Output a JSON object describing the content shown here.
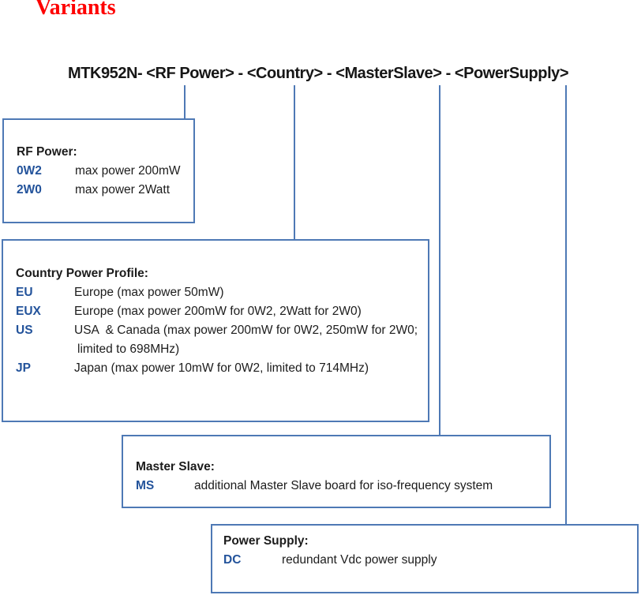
{
  "page": {
    "heading": "Variants",
    "product_code_line": "MTK952N- <RF Power> - <Country> - <MasterSlave> - <PowerSupply>"
  },
  "colors": {
    "heading_red": "#fe0000",
    "box_border_blue": "#4e79b5",
    "keyword_blue": "#23539b",
    "body_text": "#1c1c1c"
  },
  "boxes": [
    {
      "title": "RF Power:",
      "entries": [
        {
          "code": "0W2",
          "description": "max power 200mW"
        },
        {
          "code": "2W0",
          "description": "max power 2Watt"
        }
      ]
    },
    {
      "title": "Country Power Profile:",
      "entries": [
        {
          "code": "EU",
          "description": "Europe (max power 50mW)"
        },
        {
          "code": "EUX",
          "description": "Europe (max power 200mW for 0W2, 2Watt for 2W0)"
        },
        {
          "code": "US",
          "description": "USA  & Canada (max power 200mW for 0W2, 250mW for 2W0;",
          "description_line2": "limited to 698MHz)"
        },
        {
          "code": "JP",
          "description": "Japan (max power 10mW for 0W2, limited to 714MHz)"
        }
      ]
    },
    {
      "title": "Master Slave:",
      "entries": [
        {
          "code": "MS",
          "description": "additional Master Slave board for iso-frequency system"
        }
      ]
    },
    {
      "title": "Power Supply:",
      "entries": [
        {
          "code": "DC",
          "description": "redundant Vdc power supply"
        }
      ]
    }
  ]
}
